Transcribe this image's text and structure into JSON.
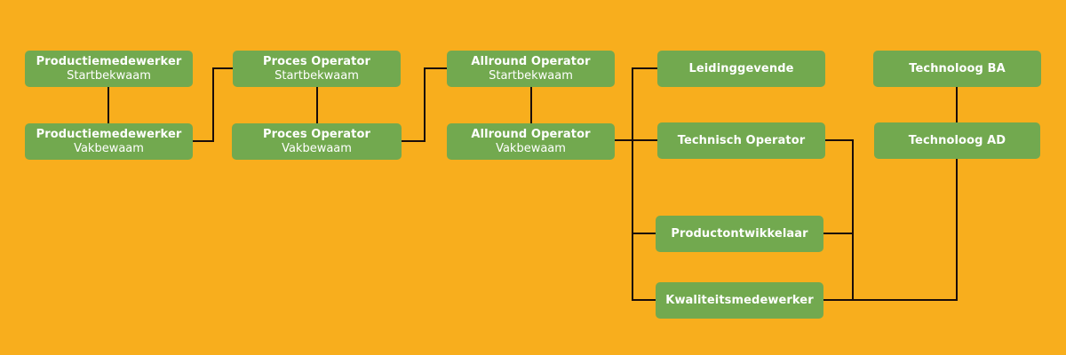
{
  "colors": {
    "background": "#F8AE1D",
    "box": "#72A94F",
    "text": "#FFFFFF",
    "connector": "#1A0D0A"
  },
  "nodes": {
    "productiemedewerker_start": {
      "title": "Productiemedewerker",
      "level": "Startbekwaam"
    },
    "productiemedewerker_vak": {
      "title": "Productiemedewerker",
      "level": "Vakbewaam"
    },
    "proces_operator_start": {
      "title": "Proces Operator",
      "level": "Startbekwaam"
    },
    "proces_operator_vak": {
      "title": "Proces Operator",
      "level": "Vakbewaam"
    },
    "allround_operator_start": {
      "title": "Allround Operator",
      "level": "Startbekwaam"
    },
    "allround_operator_vak": {
      "title": "Allround Operator",
      "level": "Vakbewaam"
    },
    "leidinggevende": {
      "title": "Leidinggevende"
    },
    "technisch_operator": {
      "title": "Technisch Operator"
    },
    "productontwikkelaar": {
      "title": "Productontwikkelaar"
    },
    "kwaliteitsmedewerker": {
      "title": "Kwaliteitsmedewerker"
    },
    "technoloog_ba": {
      "title": "Technoloog BA"
    },
    "technoloog_ad": {
      "title": "Technoloog AD"
    }
  },
  "edges": [
    [
      "productiemedewerker_start",
      "productiemedewerker_vak"
    ],
    [
      "productiemedewerker_vak",
      "proces_operator_start"
    ],
    [
      "proces_operator_start",
      "proces_operator_vak"
    ],
    [
      "proces_operator_vak",
      "allround_operator_start"
    ],
    [
      "allround_operator_start",
      "allround_operator_vak"
    ],
    [
      "allround_operator_vak",
      "leidinggevende"
    ],
    [
      "allround_operator_vak",
      "technisch_operator"
    ],
    [
      "allround_operator_vak",
      "productontwikkelaar"
    ],
    [
      "allround_operator_vak",
      "kwaliteitsmedewerker"
    ],
    [
      "technisch_operator",
      "technoloog_ad"
    ],
    [
      "productontwikkelaar",
      "technoloog_ad"
    ],
    [
      "kwaliteitsmedewerker",
      "technoloog_ad"
    ],
    [
      "technoloog_ad",
      "technoloog_ba"
    ]
  ]
}
